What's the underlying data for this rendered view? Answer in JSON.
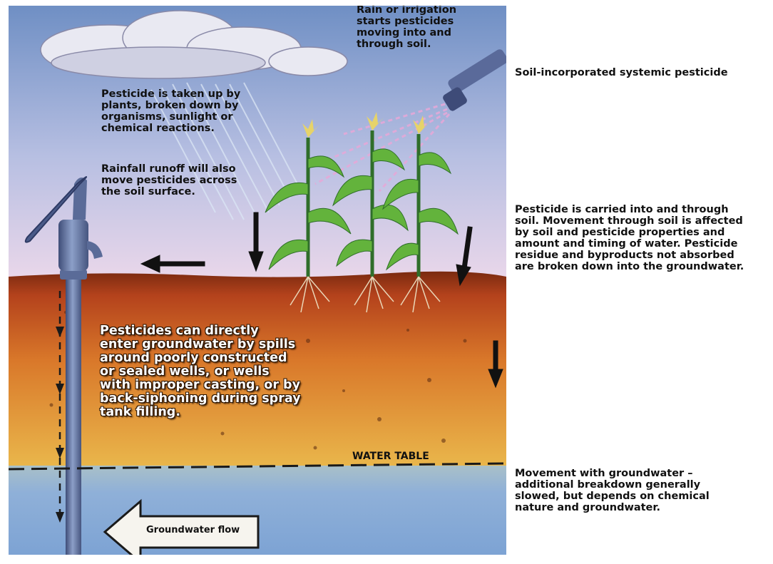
{
  "labels": {
    "rain": "Rain or irrigation\nstarts pesticides\nmoving into and\nthrough soil.",
    "uptake": "Pesticide is taken up by\nplants, broken down by\norganisms, sunlight or\nchemical reactions.",
    "runoff": "Rainfall runoff will also\nmove pesticides across\nthe soil surface.",
    "wells": "Pesticides can directly\nenter groundwater by spills\naround poorly constructed\nor sealed wells, or wells\nwith improper casting, or by\nback-siphoning during spray\ntank filling.",
    "water_table": "WATER  TABLE",
    "groundwater_flow": "Groundwater flow"
  },
  "side": {
    "systemic": "Soil-incorporated systemic pesticide",
    "carried": "Pesticide is carried into and through\nsoil.  Movement through soil is affected\nby soil and pesticide properties and\namount and timing of water. Pesticide\nresidue and byproducts not absorbed\nare broken down into the groundwater.",
    "movement": "Movement with groundwater –\nadditional breakdown generally\nslowed, but depends on chemical\nnature and groundwater."
  },
  "colors": {
    "sky_top": "#6f8fc4",
    "sky_bottom": "#e7d6ea",
    "soil_top": "#b4421c",
    "soil_bottom": "#e9b34a",
    "groundwater": "#8fb0d8",
    "pipe": "#6c7fa8"
  }
}
